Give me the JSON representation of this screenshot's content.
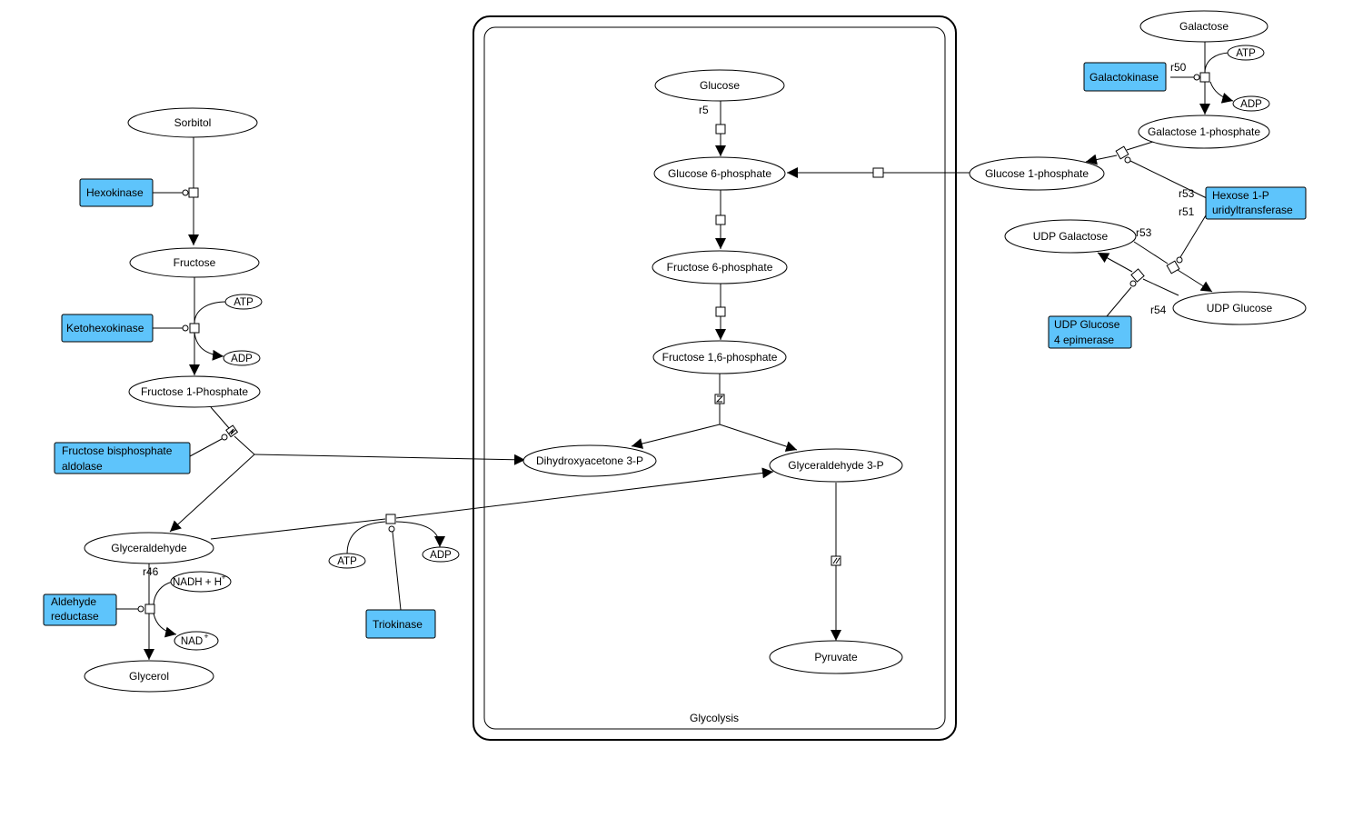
{
  "compartment": {
    "label": "Glycolysis"
  },
  "metabolites": {
    "sorbitol": "Sorbitol",
    "fructose": "Fructose",
    "fructose_1_phosphate": "Fructose 1-Phosphate",
    "glyceraldehyde": "Glyceraldehyde",
    "glycerol": "Glycerol",
    "glucose": "Glucose",
    "glucose_6_phosphate": "Glucose 6-phosphate",
    "fructose_6_phosphate": "Fructose 6-phosphate",
    "fructose_16_phosphate": "Fructose 1,6-phosphate",
    "dihydroxyacetone_3p": "Dihydroxyacetone 3-P",
    "glyceraldehyde_3p": "Glyceraldehyde 3-P",
    "pyruvate": "Pyruvate",
    "galactose": "Galactose",
    "galactose_1_phosphate": "Galactose 1-phosphate",
    "glucose_1_phosphate": "Glucose 1-phosphate",
    "udp_galactose": "UDP Galactose",
    "udp_glucose": "UDP Glucose"
  },
  "cofactors": {
    "atp": "ATP",
    "adp": "ADP",
    "nadh_base": "NADH + H",
    "nadh_sup": "+",
    "nad_base": "NAD",
    "nad_sup": "+"
  },
  "enzymes": {
    "hexokinase": "Hexokinase",
    "ketohexokinase": "Ketohexokinase",
    "fbp_aldolase_line1": "Fructose bisphosphate",
    "fbp_aldolase_line2": "aldolase",
    "aldehyde_reductase_line1": "Aldehyde",
    "aldehyde_reductase_line2": "reductase",
    "triokinase": "Triokinase",
    "galactokinase": "Galactokinase",
    "hexose_line1": "Hexose 1-P",
    "hexose_line2": "uridyltransferase",
    "udp_epimerase_line1": "UDP Glucose",
    "udp_epimerase_line2": "4 epimerase"
  },
  "reaction_labels": {
    "r5": "r5",
    "r46": "r46",
    "r50": "r50",
    "r51": "r51",
    "r53a": "r53",
    "r53b": "r53",
    "r54": "r54"
  },
  "colors": {
    "enzyme_fill": "#5ec4fb",
    "line": "#000000",
    "background": "#ffffff"
  }
}
